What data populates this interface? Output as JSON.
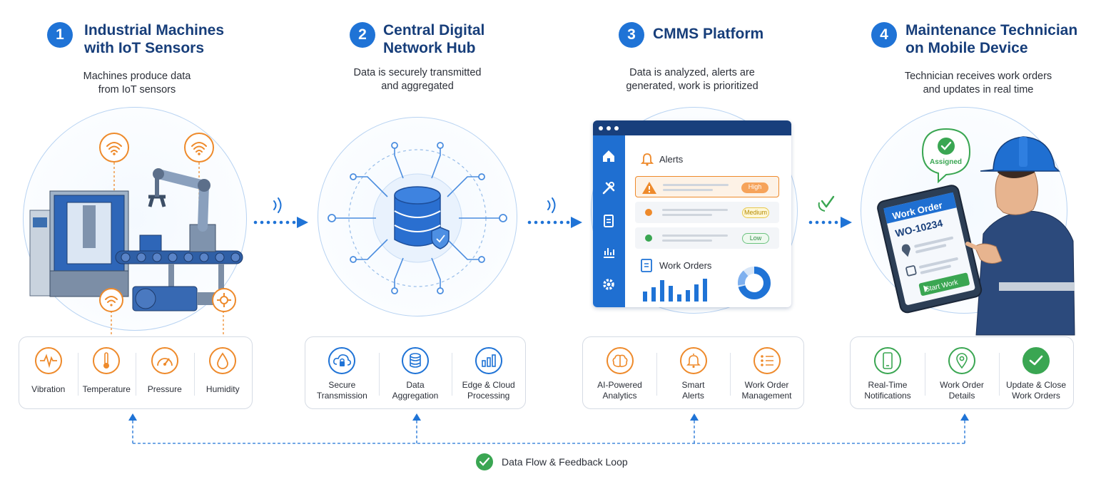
{
  "steps": [
    {
      "num": "1",
      "title_line1": "Industrial Machines",
      "title_line2": "with IoT Sensors",
      "desc_line1": "Machines produce data",
      "desc_line2": "from IoT sensors"
    },
    {
      "num": "2",
      "title_line1": "Central Digital",
      "title_line2": "Network Hub",
      "desc_line1": "Data is securely transmitted",
      "desc_line2": "and aggregated"
    },
    {
      "num": "3",
      "title_line1": "CMMS Platform",
      "title_line2": "",
      "desc_line1": "Data is analyzed, alerts are",
      "desc_line2": "generated, work is prioritized"
    },
    {
      "num": "4",
      "title_line1": "Maintenance Technician",
      "title_line2": "on Mobile Device",
      "desc_line1": "Technician receives work orders",
      "desc_line2": "and updates in real time"
    }
  ],
  "features": {
    "machines": [
      {
        "label": "Vibration",
        "icon": "vibration-icon"
      },
      {
        "label": "Temperature",
        "icon": "thermometer-icon"
      },
      {
        "label": "Pressure",
        "icon": "gauge-icon"
      },
      {
        "label": "Humidity",
        "icon": "droplet-icon"
      }
    ],
    "hub": [
      {
        "line1": "Secure",
        "line2": "Transmission",
        "icon": "cloud-lock-icon"
      },
      {
        "line1": "Data",
        "line2": "Aggregation",
        "icon": "database-icon"
      },
      {
        "line1": "Edge & Cloud",
        "line2": "Processing",
        "icon": "bar-chart-icon"
      }
    ],
    "cmms": [
      {
        "line1": "AI-Powered",
        "line2": "Analytics",
        "icon": "brain-icon"
      },
      {
        "line1": "Smart",
        "line2": "Alerts",
        "icon": "bell-icon"
      },
      {
        "line1": "Work Order",
        "line2": "Management",
        "icon": "list-icon"
      }
    ],
    "tech": [
      {
        "line1": "Real-Time",
        "line2": "Notifications",
        "icon": "phone-icon"
      },
      {
        "line1": "Work Order",
        "line2": "Details",
        "icon": "location-pin-icon"
      },
      {
        "line1": "Update & Close",
        "line2": "Work Orders",
        "icon": "check-icon"
      }
    ]
  },
  "cmms_window": {
    "alerts_title": "Alerts",
    "priority": [
      "High",
      "Medium",
      "Low"
    ],
    "work_orders_title": "Work Orders"
  },
  "tablet": {
    "header": "Work Order",
    "wo_number": "WO-10234",
    "start_button": "Start Work",
    "badge": "Assigned"
  },
  "loop_label": "Data Flow & Feedback Loop",
  "colors": {
    "primary_blue": "#1f73d6",
    "navy": "#173e7a",
    "orange": "#ee8a2b",
    "green": "#3aa652"
  }
}
